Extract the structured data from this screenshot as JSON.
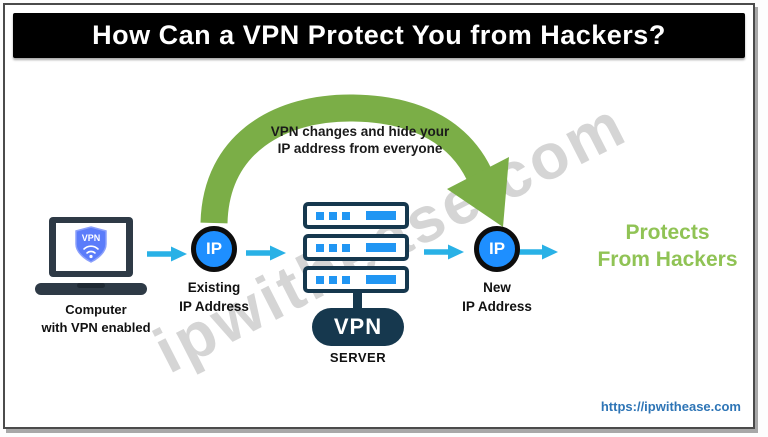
{
  "title": "How Can a VPN Protect You from Hackers?",
  "arc": {
    "caption_line1": "VPN changes and hide your",
    "caption_line2": "IP address from everyone"
  },
  "laptop": {
    "shield_label": "VPN",
    "caption_line1": "Computer",
    "caption_line2": "with VPN enabled"
  },
  "existing_ip": {
    "badge": "IP",
    "label_line1": "Existing",
    "label_line2": "IP Address"
  },
  "server": {
    "pill_label": "VPN",
    "caption": "SERVER"
  },
  "new_ip": {
    "badge": "IP",
    "label_line1": "New",
    "label_line2": "IP Address"
  },
  "result": {
    "line1": "Protects",
    "line2": "From Hackers"
  },
  "watermark": "ipwithease.com",
  "footer": {
    "url": "https://ipwithease.com"
  },
  "colors": {
    "arrow_cyan": "#29b1e6",
    "ip_blue": "#1e8fff",
    "navy": "#16384e",
    "navy_laptop": "#2e3a46",
    "shield_blue": "#5b7cfa",
    "arc_green": "#7bae47",
    "result_green": "#90c355",
    "link_blue": "#2e75b6",
    "title_bg": "#000000"
  }
}
